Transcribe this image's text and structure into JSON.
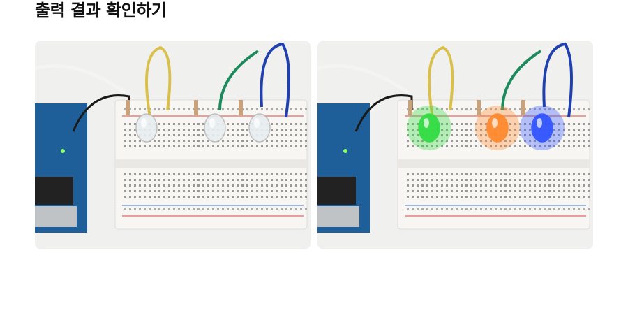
{
  "heading": "출력 결과 확인하기",
  "photos": [
    {
      "state": "off",
      "led_colors": [
        "#e8eef0",
        "#e8eef0",
        "#e8eef0"
      ]
    },
    {
      "state": "on",
      "led_colors": [
        "#33dd44",
        "#ff8a30",
        "#3355ff"
      ]
    }
  ]
}
